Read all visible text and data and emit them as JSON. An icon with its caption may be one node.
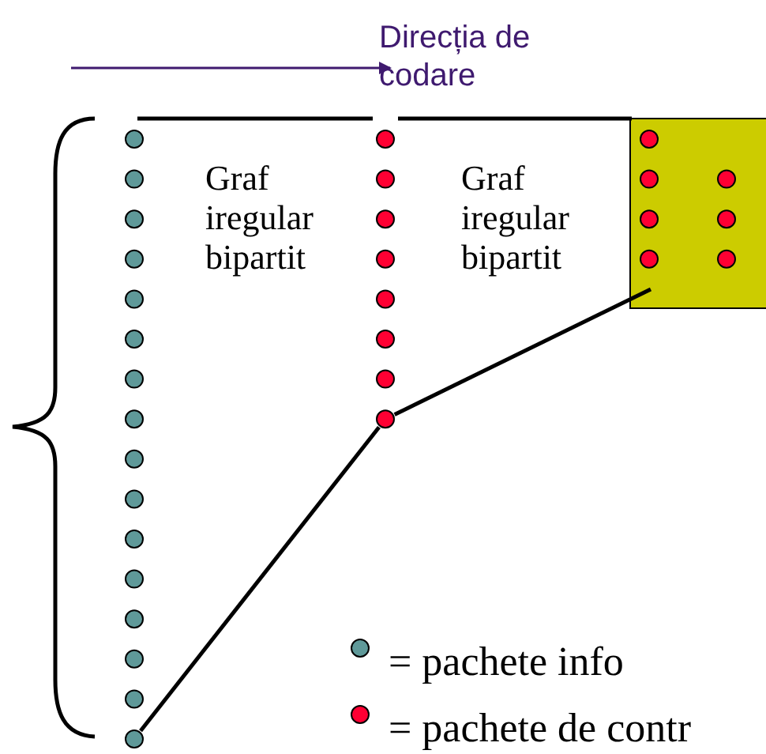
{
  "diagram": {
    "nodes": [
      {
        "text": [],
        "shape": "circle"
      },
      {
        "text": [],
        "shape": "circle"
      },
      {
        "text": [],
        "shape": "circle"
      },
      {
        "text": [],
        "shape": "circle"
      },
      {
        "text": [],
        "shape": "circle"
      },
      {
        "text": [],
        "shape": "circle"
      },
      {
        "text": [],
        "shape": "circle"
      },
      {
        "text": [],
        "shape": "circle"
      },
      {
        "text": [],
        "shape": "circle"
      },
      {
        "text": [],
        "shape": "circle"
      },
      {
        "text": [],
        "shape": "circle"
      },
      {
        "text": [],
        "shape": "circle"
      },
      {
        "text": [],
        "shape": "circle"
      },
      {
        "text": [],
        "shape": "circle"
      },
      {
        "text": [],
        "shape": "circle"
      },
      {
        "text": [],
        "shape": "circle"
      },
      {
        "text": [],
        "shape": "circle"
      },
      {
        "text": [],
        "shape": "circle"
      },
      {
        "text": [],
        "shape": "circle"
      },
      {
        "text": [],
        "shape": "circle"
      },
      {
        "text": [],
        "shape": "circle"
      },
      {
        "text": [],
        "shape": "circle"
      },
      {
        "text": [],
        "shape": "circle"
      },
      {
        "text": [],
        "shape": "circle"
      },
      {
        "text": [],
        "shape": "box"
      },
      {
        "text": [],
        "shape": "circle",
        "in": 24
      },
      {
        "text": [],
        "shape": "circle",
        "in": 24
      },
      {
        "text": [],
        "shape": "circle",
        "in": 24
      },
      {
        "text": [],
        "shape": "circle",
        "in": 24
      },
      {
        "text": [],
        "shape": "circle",
        "in": 24
      },
      {
        "text": [],
        "shape": "circle",
        "in": 24
      },
      {
        "text": [],
        "shape": "circle",
        "in": 24
      }
    ],
    "edges": [
      {
        "from": 15,
        "to": 23,
        "arrow": "none"
      },
      {
        "from": 23,
        "to": 24,
        "arrow": "none"
      }
    ],
    "labels": [
      "Direcția de codare",
      "Graf iregular bipartit",
      "Graf iregular bipartit"
    ],
    "legend": [
      {
        "text": "= pachete info",
        "color": "#5f9999"
      },
      {
        "text": "= pachete de contr",
        "color": "#ff0033"
      }
    ]
  }
}
